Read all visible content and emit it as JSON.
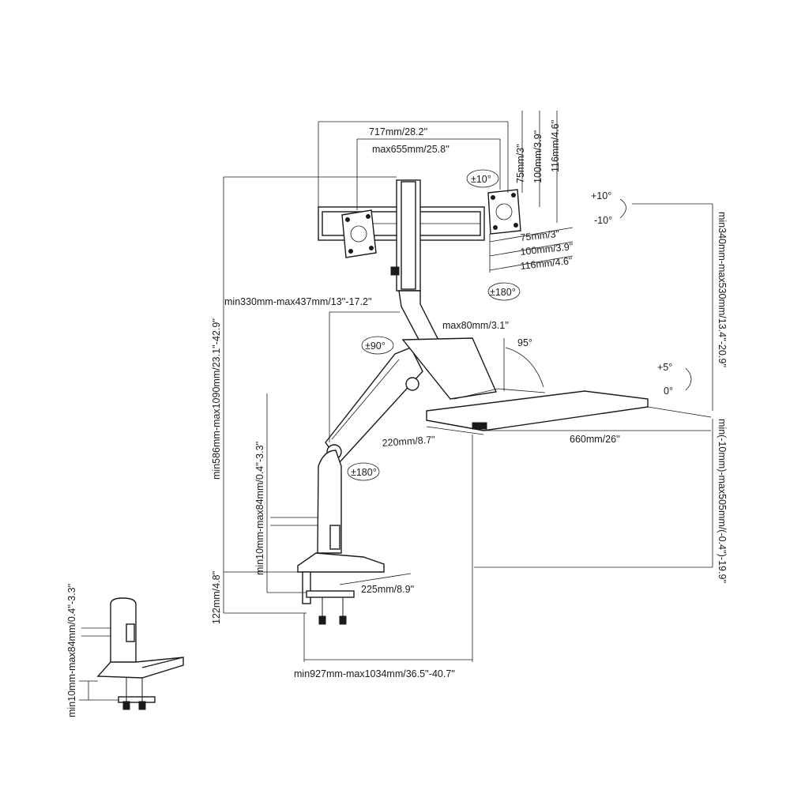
{
  "diagram": {
    "dimensions": {
      "overall_width": "717mm/28.2''",
      "max_vesa_span": "max655mm/25.8''",
      "vesa_v_75": "75mm/3''",
      "vesa_v_100": "100mm/3.9''",
      "vesa_v_116": "116mm/4.6''",
      "vesa_h_75": "75mm/3''",
      "vesa_h_100": "100mm/3.9''",
      "vesa_h_116": "116mm/4.6''",
      "arm_reach": "min330mm-max437mm/13''-17.2''",
      "keyboard_offset": "max80mm/3.1''",
      "tray_depth": "220mm/8.7''",
      "tray_width": "660mm/26''",
      "overall_height": "min586mm-max1090mm/23.1''-42.9''",
      "desk_clamp_range": "min10mm-max84mm/0.4''-3.3''",
      "base_height": "122mm/4.8''",
      "base_depth": "225mm/8.9''",
      "total_reach": "min927mm-max1034mm/36.5''-40.7''",
      "monitor_height_range": "min340mm-max530mm/13.4''-20.9''",
      "tray_height_range": "min(-10mm)-max505mm/(-0.4'')-19.9''",
      "detail_clamp_range": "min10mm-max84mm/0.4''-3.3''"
    },
    "rotations": {
      "monitor_tilt_left": "±10°",
      "monitor_swivel": "±180°",
      "tilt_up": "+10°",
      "tilt_down": "-10°",
      "arm_rotation": "±90°",
      "tray_angle": "95°",
      "tray_tilt_up": "+5°",
      "tray_tilt_zero": "0°",
      "base_rotation": "±180°"
    }
  }
}
